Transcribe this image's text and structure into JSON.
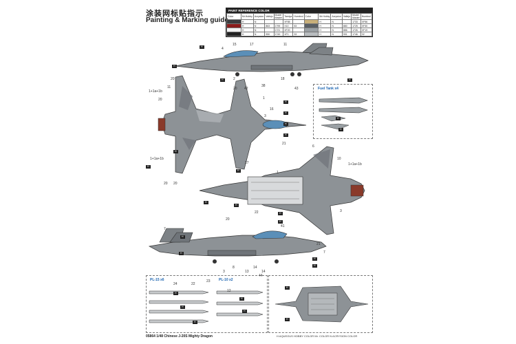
{
  "title_cn": "涂装网标贴指示",
  "title_en": "Painting & Marking guide",
  "ref": {
    "header": "PAINT REFERENCE COLOR",
    "columns": [
      "Color",
      "Mr.Hobby",
      "Acrysion",
      "Vallejo",
      "Model Master",
      "Tamiya",
      "Humbrol",
      "Color",
      "Mr.Hobby",
      "Acrysion",
      "Vallejo",
      "Model Master",
      "Humbrol"
    ],
    "rows": [
      [
        "",
        "H",
        "N",
        "",
        "",
        "XF85",
        "",
        "",
        "H",
        "N",
        "",
        "1733",
        "XF56"
      ],
      [
        "",
        "H",
        "N",
        "863",
        "1795",
        "X10",
        "53",
        "",
        "H",
        "N",
        "880",
        "1725",
        "XF30"
      ],
      [
        "",
        "H",
        "N",
        "",
        "1721",
        "XF20",
        "",
        "",
        "H",
        "N",
        "886",
        "1726",
        "XF19"
      ],
      [
        "",
        "H",
        "N",
        "950",
        "1749",
        "XF1",
        "33",
        "",
        "H",
        "N",
        "991",
        "1746",
        "32"
      ]
    ]
  },
  "fuel_tank": "Fuel Tank x4",
  "pl15": "PL-15 x6",
  "pl10": "PL-10 x2",
  "footer": "05864 1/48 Chinese J-20S Mighty Dragon",
  "legend": "H AQUEOUS HOBBY COLOR   Mr. COLOR   N ACRYSION COLOR",
  "callouts": [
    "H",
    "H",
    "H",
    "H",
    "H",
    "H",
    "H",
    "H",
    "H",
    "H",
    "H",
    "H",
    "H",
    "H",
    "H",
    "H",
    "H",
    "H",
    "H",
    "H",
    "H",
    "H",
    "H",
    "H",
    "H",
    "H",
    "H",
    "H"
  ],
  "numbers": [
    "15",
    "4",
    "17",
    "11",
    "2",
    "20",
    "42",
    "38",
    "43",
    "18",
    "20",
    "11",
    "1+1a+1b",
    "20",
    "16",
    "1",
    "3",
    "21",
    "1+1a+1b",
    "20",
    "27",
    "20",
    "6",
    "10",
    "1",
    "1+1a+1b",
    "3",
    "41",
    "22",
    "20",
    "23",
    "7",
    "14",
    "8",
    "3",
    "21",
    "13",
    "14",
    "7",
    "24",
    "22",
    "12",
    "44"
  ],
  "colors": {
    "camo_dark": "#6f7479",
    "camo_mid": "#8d9296",
    "camo_light": "#b4b8bb",
    "canopy": "#5b8fb8",
    "accent_blue": "#1a63b0"
  }
}
